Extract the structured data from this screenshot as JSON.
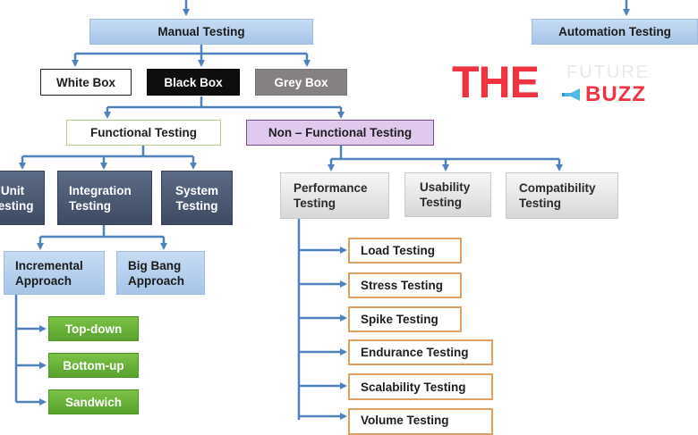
{
  "nodes": {
    "manual_testing": "Manual Testing",
    "automation_testing": "Automation Testing",
    "white_box": "White Box",
    "black_box": "Black Box",
    "grey_box": "Grey Box",
    "functional_testing": "Functional Testing",
    "non_functional_testing": "Non – Functional Testing",
    "unit_testing": [
      "Unit",
      "Testing"
    ],
    "integration_testing": [
      "Integration",
      "Testing"
    ],
    "system_testing": [
      "System",
      "Testing"
    ],
    "incremental_approach": [
      "Incremental",
      "Approach"
    ],
    "big_bang_approach": [
      "Big Bang",
      "Approach"
    ],
    "top_down": "Top-down",
    "bottom_up": "Bottom-up",
    "sandwich": "Sandwich",
    "performance_testing": [
      "Performance",
      "Testing"
    ],
    "usability_testing": [
      "Usability",
      "Testing"
    ],
    "compatibility_testing": [
      "Compatibility",
      "Testing"
    ],
    "load_testing": "Load Testing",
    "stress_testing": "Stress Testing",
    "spike_testing": "Spike Testing",
    "endurance_testing": "Endurance Testing",
    "scalability_testing": "Scalability Testing",
    "volume_testing": "Volume Testing"
  },
  "logo": {
    "word_the": "THE",
    "word_future": "FUTURE",
    "word_buzz": "BUZZ",
    "brand_color": "#ef3340"
  },
  "colors": {
    "connector": "#4f81bd",
    "navy_box": "#3e4a63",
    "blue_box": "#a6c5e8",
    "green_box": "#58a22d",
    "orange_border": "#e2a060"
  }
}
